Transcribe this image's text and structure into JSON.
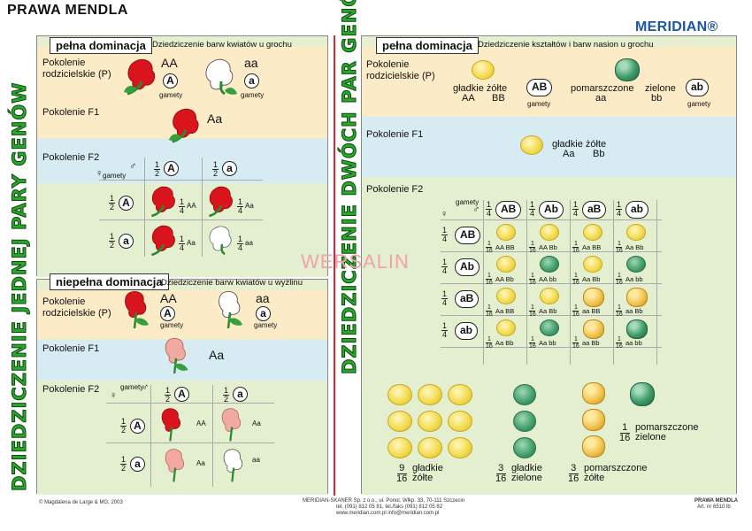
{
  "header": {
    "title": "PRAWA MENDLA",
    "logo": "MERIDIAN®"
  },
  "watermark": "WERSALIN",
  "left_vertical": "DZIEDZICZENIE JEDNEJ PARY GENÓW",
  "right_vertical": "DZIEDZICZENIE DWÓCH PAR GENÓW",
  "panel1": {
    "tag": "pełna dominacja",
    "subtitle": "Dziedziczenie barw kwiatów u grochu",
    "p_label": "Pokolenie rodzicielskie (P)",
    "p_left_geno": "AA",
    "p_left_gamete": "A",
    "p_right_geno": "aa",
    "p_right_gamete": "a",
    "gamety": "gamety",
    "f1_label": "Pokolenie F1",
    "f1_geno": "Aa",
    "f2_label": "Pokolenie F2",
    "col1": "A",
    "col2": "a",
    "row1": "A",
    "row2": "a",
    "cells": [
      "AA",
      "Aa",
      "Aa",
      "aa"
    ],
    "frac": [
      "1",
      "2",
      "1",
      "4"
    ]
  },
  "panel2": {
    "tag": "niepełna dominacja",
    "subtitle": "Dziedziczenie barw kwiatów u wyżlinu",
    "p_label": "Pokolenie rodzicielskie (P)",
    "p_left_geno": "AA",
    "p_left_gamete": "A",
    "p_right_geno": "aa",
    "p_right_gamete": "a",
    "gamety": "gamety",
    "f1_label": "Pokolenie F1",
    "f1_geno": "Aa",
    "f2_label": "Pokolenie F2",
    "col1": "A",
    "col2": "a",
    "row1": "A",
    "row2": "a",
    "cells": [
      "AA",
      "Aa",
      "Aa",
      "aa"
    ]
  },
  "panel3": {
    "tag": "pełna dominacja",
    "subtitle": "Dziedziczenie kształtów i barw nasion u grochu",
    "p_label": "Pokolenie rodzicielskie (P)",
    "p_left_desc": "gładkie żółte",
    "p_left_g1": "AA",
    "p_left_g2": "BB",
    "p_left_gamete": "AB",
    "p_right_desc": "pomarszczone zielone",
    "p_right_d1": "pomarszczone",
    "p_right_d2": "zielone",
    "p_right_g1": "aa",
    "p_right_g2": "bb",
    "p_right_gamete": "ab",
    "gamety": "gamety",
    "f1_label": "Pokolenie F1",
    "f1_desc": "gładkie żółte",
    "f1_g1": "Aa",
    "f1_g2": "Bb",
    "f2_label": "Pokolenie F2",
    "gametes": [
      "AB",
      "Ab",
      "aB",
      "ab"
    ],
    "cells": [
      [
        "AA BB",
        "AA Bb",
        "Aa BB",
        "Aa Bb"
      ],
      [
        "AA Bb",
        "AA bb",
        "Aa Bb",
        "Aa bb"
      ],
      [
        "Aa BB",
        "Aa Bb",
        "aa BB",
        "aa Bb"
      ],
      [
        "Aa Bb",
        "Aa bb",
        "aa Bb",
        "aa bb"
      ]
    ],
    "summary": [
      {
        "num": "9",
        "den": "16",
        "w1": "gładkie",
        "w2": "żółte"
      },
      {
        "num": "3",
        "den": "16",
        "w1": "gładkie",
        "w2": "zielone"
      },
      {
        "num": "3",
        "den": "16",
        "w1": "pomarszczone",
        "w2": "żółte"
      },
      {
        "num": "1",
        "den": "16",
        "w1": "pomarszczone",
        "w2": "zielone"
      }
    ]
  },
  "footer": {
    "copyright": "© Magdalena de Large & MG, 2003",
    "publisher": "MERIDIAN-SKANER Sp. z o.o., ul. Ponol. Wlkp. 33, 70-111 Szczecin",
    "contact": "tel. (091) 812 05 81, tel./faks (091) 812 05 82",
    "web": "www.meridian.com.pl   info@meridian.com.pl",
    "product": "PRAWA MENDLA",
    "art": "Art. nr 6510 lb"
  }
}
